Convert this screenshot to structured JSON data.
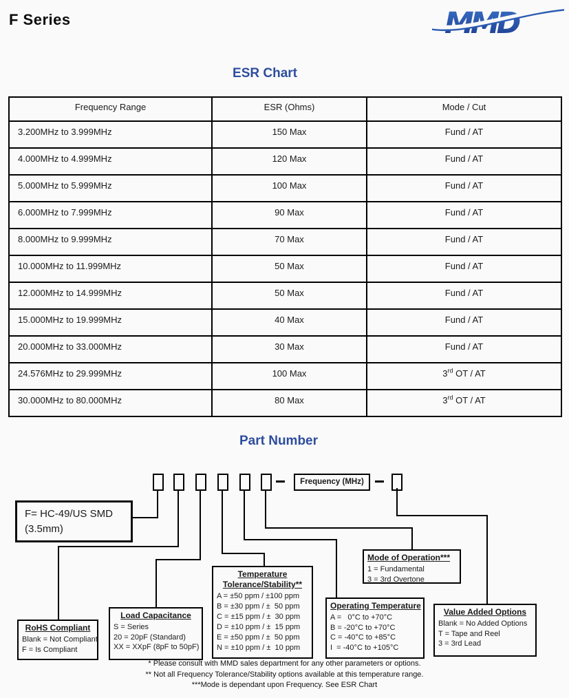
{
  "page": {
    "title": "F Series"
  },
  "logo": {
    "text": "MMD",
    "color_top": "#3b71c6",
    "color_bottom": "#1a3a8e"
  },
  "accent_color": "#2d4d9e",
  "esr_chart": {
    "heading": "ESR Chart",
    "columns": [
      "Frequency Range",
      "ESR (Ohms)",
      "Mode / Cut"
    ],
    "rows": [
      {
        "range": "3.200MHz to 3.999MHz",
        "esr": "150 Max",
        "mode": "Fund / AT"
      },
      {
        "range": "4.000MHz to 4.999MHz",
        "esr": "120 Max",
        "mode": "Fund / AT"
      },
      {
        "range": "5.000MHz to 5.999MHz",
        "esr": "100 Max",
        "mode": "Fund / AT"
      },
      {
        "range": "6.000MHz to 7.999MHz",
        "esr": "90 Max",
        "mode": "Fund / AT"
      },
      {
        "range": "8.000MHz to 9.999MHz",
        "esr": "70 Max",
        "mode": "Fund / AT"
      },
      {
        "range": "10.000MHz to 11.999MHz",
        "esr": "50 Max",
        "mode": "Fund / AT"
      },
      {
        "range": "12.000MHz to 14.999MHz",
        "esr": "50 Max",
        "mode": "Fund / AT"
      },
      {
        "range": "15.000MHz to 19.999MHz",
        "esr": "40 Max",
        "mode": "Fund / AT"
      },
      {
        "range": "20.000MHz to 33.000MHz",
        "esr": "30 Max",
        "mode": "Fund / AT"
      },
      {
        "range": "24.576MHz to 29.999MHz",
        "esr": "100 Max",
        "mode": "3rd OT / AT"
      },
      {
        "range": "30.000MHz to 80.000MHz",
        "esr": "80 Max",
        "mode": "3rd OT / AT"
      }
    ]
  },
  "part_number": {
    "heading": "Part Number",
    "frequency_label": "Frequency (MHz)",
    "series_box": {
      "line1": "F= HC-49/US SMD",
      "line2": "(3.5mm)"
    },
    "fields": {
      "rohs": {
        "title_lines": [
          "RoHS Compliant"
        ],
        "options": [
          "Blank = Not Compliant",
          "F = Is Compliant"
        ]
      },
      "load": {
        "title_lines": [
          "Load Capacitance"
        ],
        "options": [
          "S = Series",
          "20 = 20pF (Standard)",
          "XX = XXpF (8pF to 50pF)"
        ]
      },
      "temp": {
        "title_lines": [
          "Temperature",
          "Tolerance/Stability**"
        ],
        "options": [
          "A = ±50 ppm / ±100 ppm",
          "B = ±30 ppm / ±  50 ppm",
          "C = ±15 ppm / ±  30 ppm",
          "D = ±10 ppm / ±  15 ppm",
          "E = ±50 ppm / ±  50 ppm",
          "N = ±10 ppm / ±  10 ppm"
        ]
      },
      "optemp": {
        "title_lines": [
          "Operating Temperature"
        ],
        "options": [
          "A =   0°C to +70°C",
          "B = -20°C to +70°C",
          "C = -40°C to +85°C",
          "I  = -40°C to +105°C"
        ]
      },
      "mode": {
        "title_lines": [
          "Mode of Operation***"
        ],
        "options": [
          "1 = Fundamental",
          "3 = 3rd Overtone"
        ]
      },
      "vao": {
        "title_lines": [
          "Value Added Options"
        ],
        "options": [
          "Blank = No Added Options",
          "T = Tape and Reel",
          "3 = 3rd Lead"
        ]
      }
    },
    "notes": [
      "* Please consult with MMD sales department for any other parameters or options.",
      "** Not all Frequency Tolerance/Stability options available at this temperature range.",
      "***Mode is dependant upon Frequency. See ESR Chart"
    ]
  }
}
